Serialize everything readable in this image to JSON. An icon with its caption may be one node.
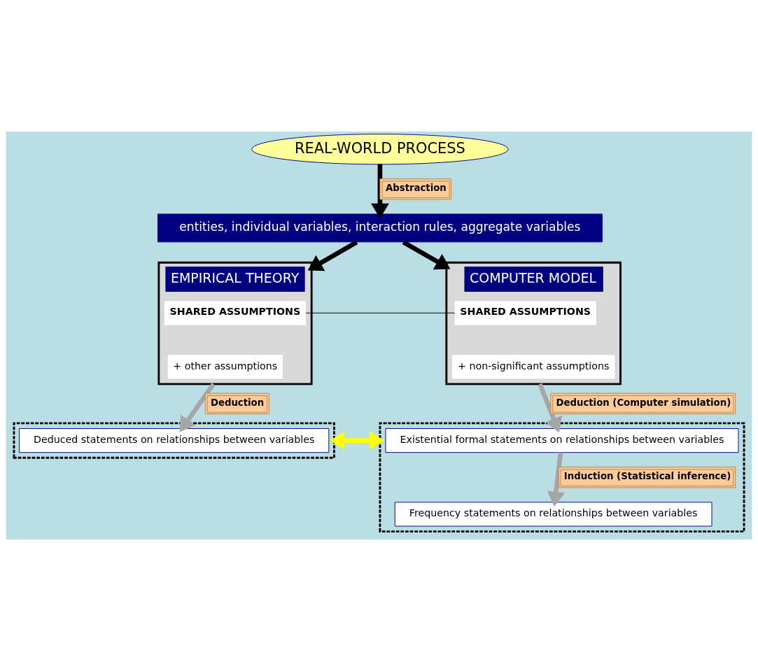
{
  "diagram": {
    "nodes": [
      {
        "text": [
          "REAL-WORLD PROCESS"
        ]
      },
      {
        "text": [
          "entities, individual variables, interaction rules, aggregate variables"
        ]
      },
      {
        "text": [
          "EMPIRICAL THEORY"
        ]
      },
      {
        "text": [
          "SHARED ASSUMPTIONS"
        ],
        "in": 2
      },
      {
        "text": [
          "+ other assumptions"
        ],
        "in": 2
      },
      {
        "text": [
          "COMPUTER MODEL"
        ]
      },
      {
        "text": [
          "SHARED ASSUMPTIONS"
        ],
        "in": 5
      },
      {
        "text": [
          "+ non-significant assumptions"
        ],
        "in": 5
      },
      {
        "text": [],
        "shape": "box"
      },
      {
        "text": [
          "Deduced statements on relationships between variables"
        ],
        "in": 8
      },
      {
        "text": [],
        "shape": "box"
      },
      {
        "text": [
          "Existential formal statements on relationships between variables"
        ],
        "in": 10
      },
      {
        "text": [
          "Frequency statements on relationships between variables"
        ],
        "in": 10
      }
    ],
    "edges": [
      {
        "from": 0,
        "to": 1,
        "arrow": "to",
        "label": "Abstraction"
      },
      {
        "from": 1,
        "to": 2,
        "arrow": "to"
      },
      {
        "from": 1,
        "to": 5,
        "arrow": "to"
      },
      {
        "from": 3,
        "to": 6,
        "arrow": "none"
      },
      {
        "from": 2,
        "to": 9,
        "arrow": "to",
        "color": "#a6a6a6",
        "label": "Deduction"
      },
      {
        "from": 5,
        "to": 11,
        "arrow": "to",
        "color": "#a6a6a6",
        "label": "Deduction (Computer simulation)"
      },
      {
        "from": 11,
        "to": 12,
        "arrow": "to",
        "color": "#a6a6a6",
        "label": "Induction (Statistical inference)"
      },
      {
        "from": 8,
        "to": 10,
        "arrow": "both",
        "color": "#ffff00"
      }
    ]
  }
}
